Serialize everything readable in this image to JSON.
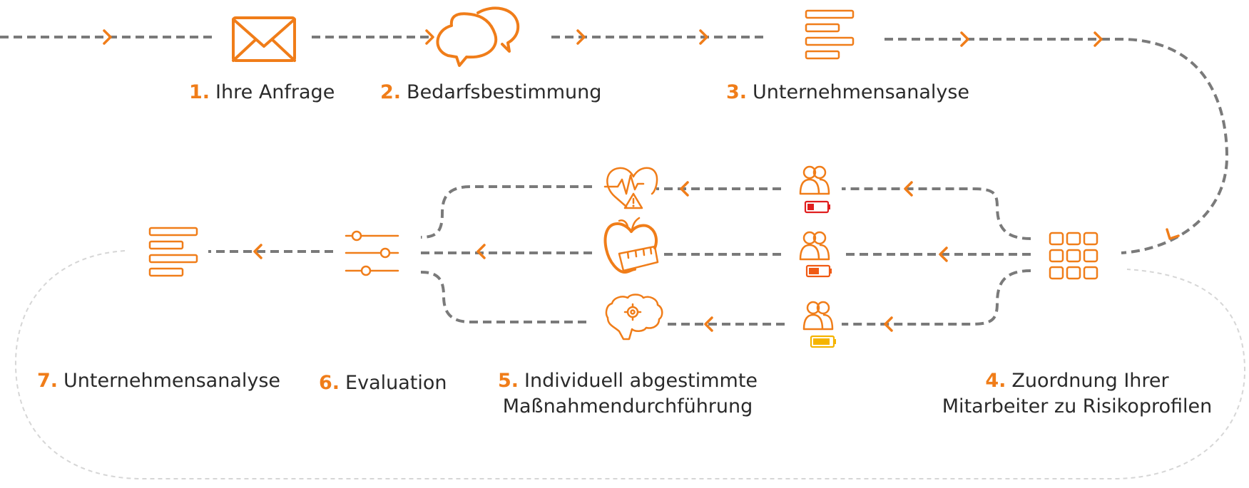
{
  "steps": [
    {
      "number": "1.",
      "label": "Ihre Anfrage"
    },
    {
      "number": "2.",
      "label": "Bedarfsbestimmung"
    },
    {
      "number": "3.",
      "label": "Unternehmensanalyse"
    },
    {
      "number": "4.",
      "label_line1": "Zuordnung Ihrer",
      "label_line2": "Mitarbeiter zu Risikoprofilen"
    },
    {
      "number": "5.",
      "label_line1": "Individuell abgestimmte",
      "label_line2": "Maßnahmendurchführung"
    },
    {
      "number": "6.",
      "label": "Evaluation"
    },
    {
      "number": "7.",
      "label": "Unternehmensanalyse"
    }
  ],
  "icons": {
    "step1": "envelope-icon",
    "step2": "chat-bubbles-icon",
    "step3": "document-lines-icon",
    "step4": "grid-icon",
    "step5a": "heart-warning-icon",
    "step5b": "apple-measure-icon",
    "step5c": "brain-gear-icon",
    "step6": "sliders-icon",
    "step7": "document-lines-icon"
  },
  "risk_profiles": [
    {
      "name": "high-risk",
      "battery_level": 0.35,
      "color": "#e01e1e"
    },
    {
      "name": "medium-risk",
      "battery_level": 0.55,
      "color": "#f05a14"
    },
    {
      "name": "low-risk",
      "battery_level": 0.9,
      "color": "#f5b400"
    }
  ],
  "colors": {
    "accent": "#f07d19",
    "connector": "#7a7a7a",
    "loop": "#d6d6d6",
    "text": "#2a2a2a"
  }
}
